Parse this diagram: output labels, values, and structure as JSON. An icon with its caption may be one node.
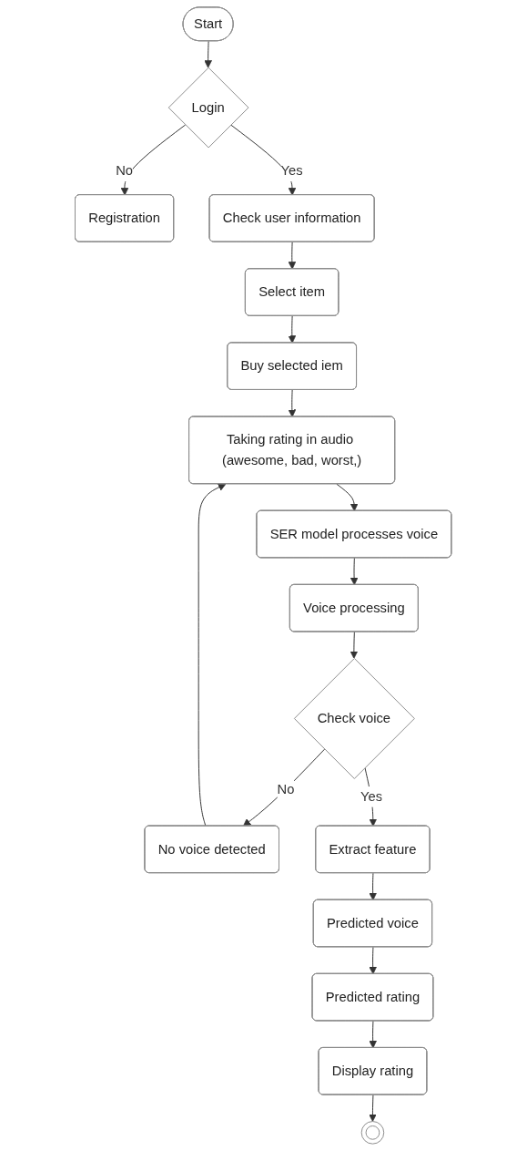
{
  "diagram": {
    "nodes": [
      {
        "text": [
          "Start"
        ]
      },
      {
        "text": [
          "Login"
        ]
      },
      {
        "text": [
          "Registration"
        ]
      },
      {
        "text": [
          "Check user information"
        ]
      },
      {
        "text": [
          "Select item"
        ]
      },
      {
        "text": [
          "Buy selected iem"
        ]
      },
      {
        "text": [
          "Taking rating in audio (awesome, bad, worst,)"
        ]
      },
      {
        "text": [
          "SER model processes voice"
        ]
      },
      {
        "text": [
          "Voice processing"
        ]
      },
      {
        "text": [
          "Check voice"
        ]
      },
      {
        "text": [
          "No voice detected"
        ]
      },
      {
        "text": [
          "Extract feature"
        ]
      },
      {
        "text": [
          "Predicted voice"
        ]
      },
      {
        "text": [
          "Predicted rating"
        ]
      },
      {
        "text": [
          "Display rating"
        ]
      },
      {
        "text": [],
        "shape": "circle"
      }
    ],
    "edges": [
      {
        "from": 0,
        "to": 1,
        "arrow": "to"
      },
      {
        "from": 1,
        "to": 2,
        "arrow": "to",
        "label": "No"
      },
      {
        "from": 1,
        "to": 3,
        "arrow": "to",
        "label": "Yes"
      },
      {
        "from": 3,
        "to": 4,
        "arrow": "to"
      },
      {
        "from": 4,
        "to": 5,
        "arrow": "to"
      },
      {
        "from": 5,
        "to": 6,
        "arrow": "to"
      },
      {
        "from": 6,
        "to": 7,
        "arrow": "to"
      },
      {
        "from": 7,
        "to": 8,
        "arrow": "to"
      },
      {
        "from": 8,
        "to": 9,
        "arrow": "to"
      },
      {
        "from": 9,
        "to": 10,
        "arrow": "to",
        "label": "No"
      },
      {
        "from": 9,
        "to": 11,
        "arrow": "to",
        "label": "Yes"
      },
      {
        "from": 10,
        "to": 6,
        "arrow": "to"
      },
      {
        "from": 11,
        "to": 12,
        "arrow": "to"
      },
      {
        "from": 12,
        "to": 13,
        "arrow": "to"
      },
      {
        "from": 13,
        "to": 14,
        "arrow": "to"
      },
      {
        "from": 14,
        "to": 15,
        "arrow": "to"
      }
    ]
  }
}
